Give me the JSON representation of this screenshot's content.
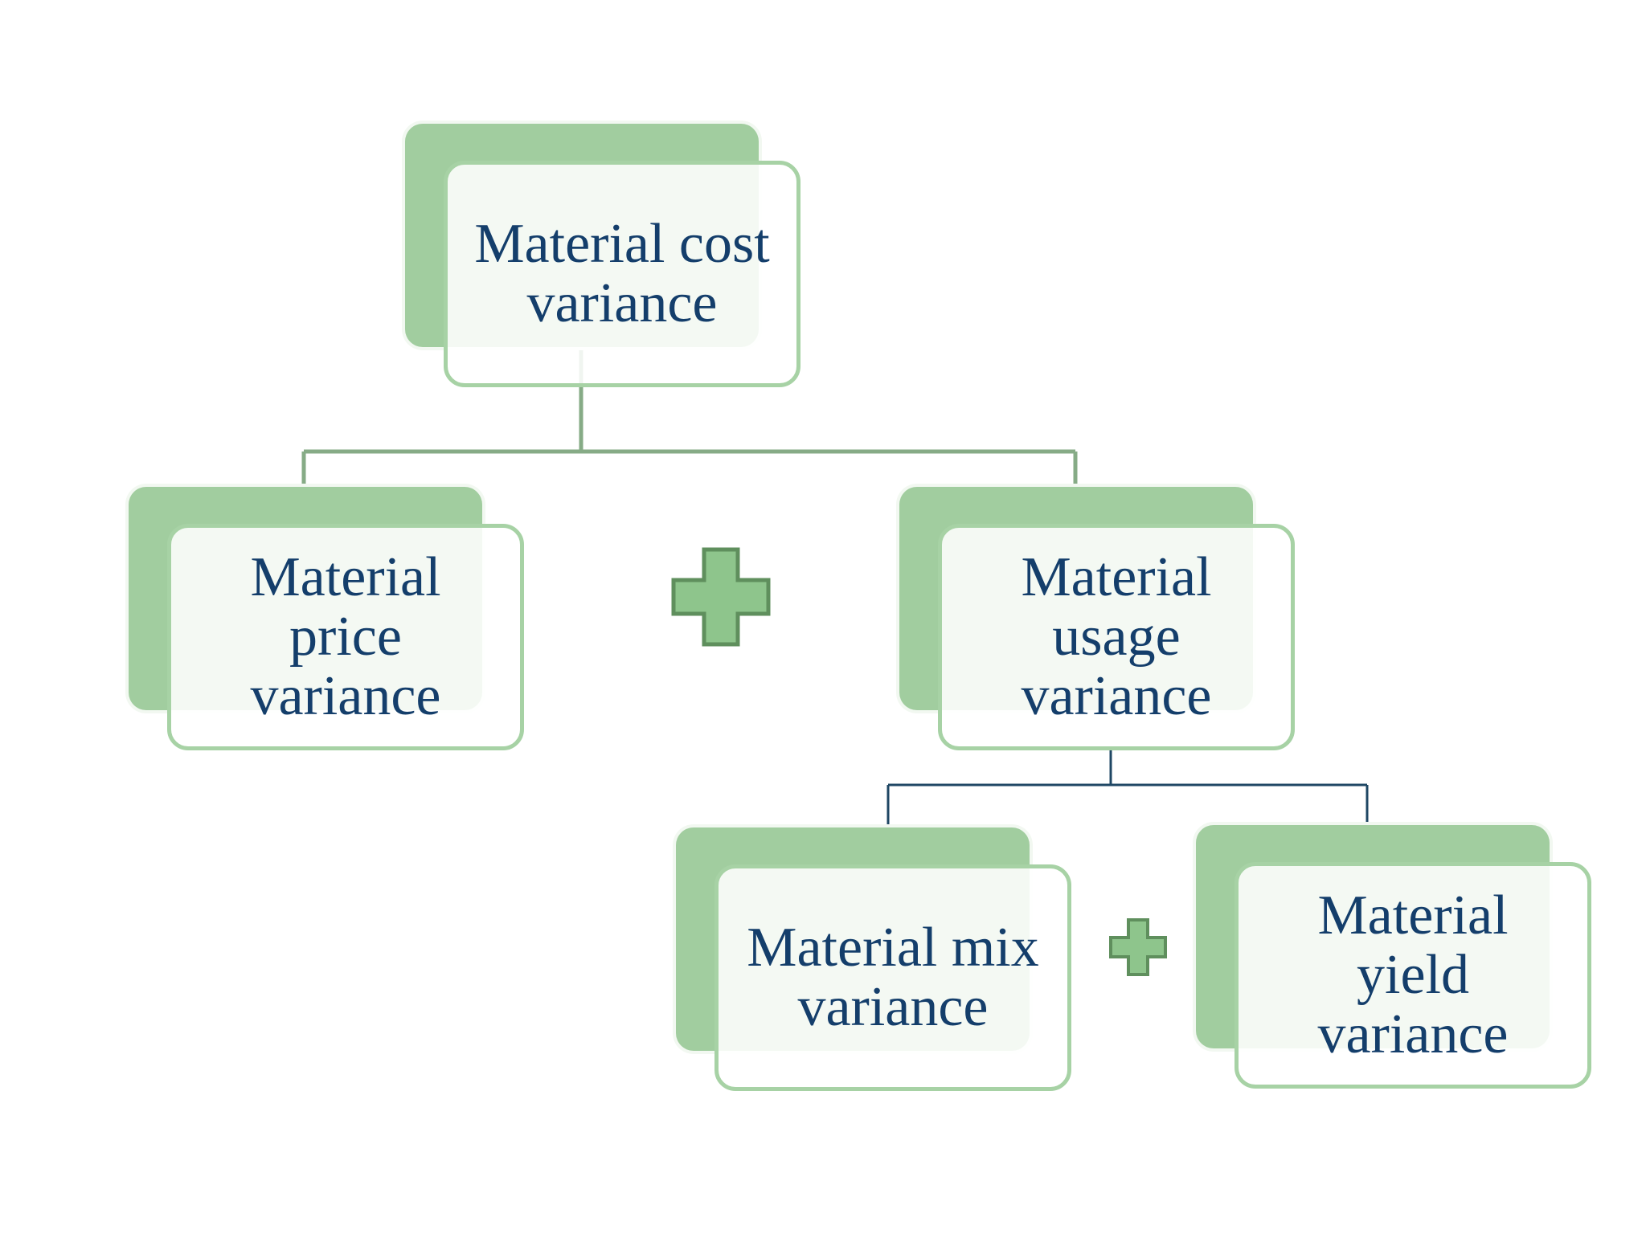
{
  "nodes": {
    "root": {
      "label": "Material cost\nvariance"
    },
    "price": {
      "label": "Material\nprice\nvariance"
    },
    "usage": {
      "label": "Material\nusage\nvariance"
    },
    "mix": {
      "label": "Material mix\nvariance"
    },
    "yield": {
      "label": "Material\nyield\nvariance"
    }
  },
  "operators": {
    "level1": {
      "icon": "plus-icon"
    },
    "level2": {
      "icon": "plus-icon"
    }
  },
  "colors": {
    "box_fill": "#a1cd9f",
    "box_border": "#a7d2a5",
    "text": "#143e6b",
    "connector_level1": "#86ab86",
    "connector_level2": "#1f4764",
    "plus_fill": "#8ec58c",
    "plus_stroke": "#5f8f5d"
  }
}
